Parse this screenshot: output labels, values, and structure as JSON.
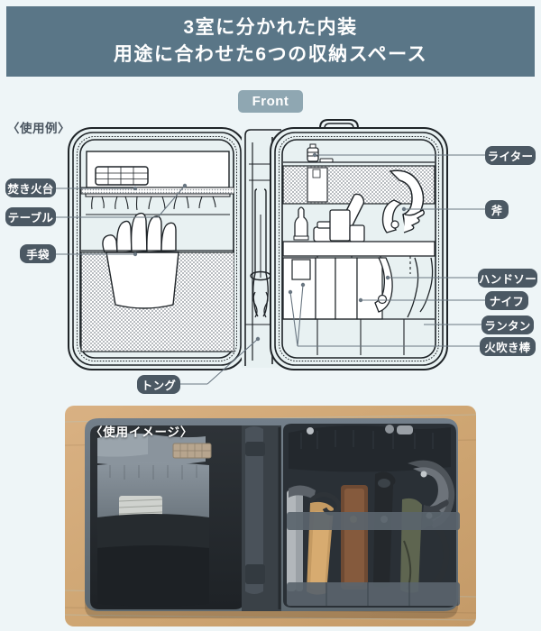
{
  "header": {
    "line1": "3室に分かれた内装",
    "line2": "用途に合わせた6つの収納スペース",
    "bg_color": "#5a7687",
    "text_color": "#ffffff"
  },
  "front_badge": {
    "label": "Front",
    "bg_color": "#8fa7b2"
  },
  "usage_title": "〈使用例〉",
  "labels": {
    "pill_bg": "#4b5863",
    "pill_text": "#ffffff",
    "left": [
      {
        "id": "takibidai",
        "text": "焚き火台"
      },
      {
        "id": "table",
        "text": "テーブル"
      },
      {
        "id": "tebukuro",
        "text": "手袋"
      }
    ],
    "right": [
      {
        "id": "lighter",
        "text": "ライター"
      },
      {
        "id": "ono",
        "text": "斧"
      },
      {
        "id": "handsaw",
        "text": "ハンドソー"
      },
      {
        "id": "knife",
        "text": "ナイフ"
      },
      {
        "id": "lantern",
        "text": "ランタン"
      },
      {
        "id": "hifukibou",
        "text": "火吹き棒"
      }
    ],
    "bottom": [
      {
        "id": "tongs",
        "text": "トング"
      }
    ]
  },
  "photo": {
    "caption": "〈使用イメージ〉",
    "caption_color": "#ffffff",
    "alt_description": "木のテーブルの上に開かれたグレーの収納バッグ。左側にメッシュポケット、右側に斧・ナイフ・ノコギリなどの道具がストラップで固定されている。"
  },
  "page": {
    "bg_color": "#eef5f7",
    "line_color": "#1f2428",
    "panel_tint": "#e6eff0"
  }
}
